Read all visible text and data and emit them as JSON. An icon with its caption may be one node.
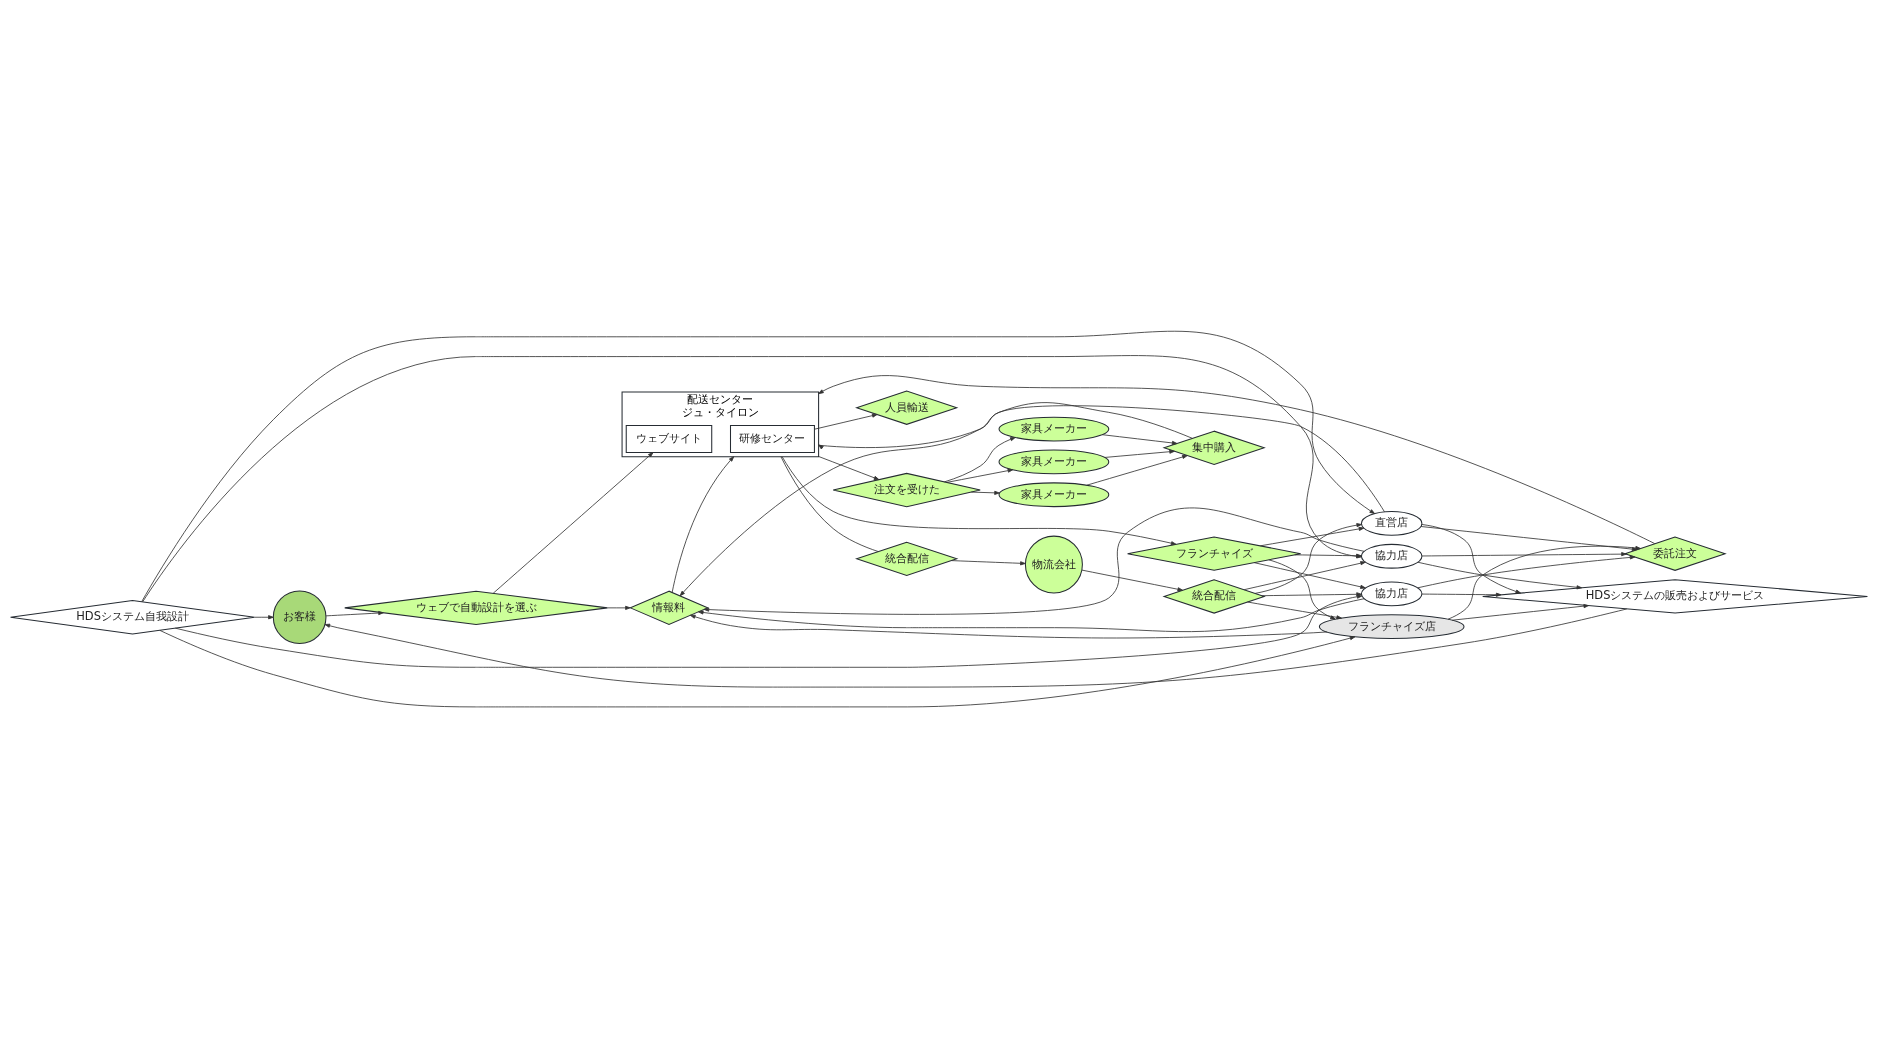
{
  "diagram": {
    "nodes": [
      {
        "text": [
          "お客様"
        ]
      },
      {
        "text": [
          "HDSシステムの販売およびサービス"
        ]
      },
      {
        "text": [
          "HDSシステム自我設計"
        ]
      },
      {
        "text": [
          "フランチャイズ店"
        ]
      },
      {
        "text": [
          "協力店"
        ]
      },
      {
        "text": [
          "協力店"
        ]
      },
      {
        "text": [
          "直営店"
        ]
      },
      {
        "text": [
          "統合配信"
        ]
      },
      {
        "text": [
          "物流会社"
        ]
      },
      {
        "text": [
          "統合配信"
        ]
      },
      {
        "text": [
          "配送センター",
          "ジュ・タイロン"
        ]
      },
      {
        "text": [
          "研修センター"
        ],
        "in": 10
      },
      {
        "text": [
          "ウェブサイト"
        ],
        "in": 10
      },
      {
        "text": [
          "フランチャイズ"
        ]
      },
      {
        "text": [
          "委託注文"
        ]
      },
      {
        "text": [
          "人員輸送"
        ]
      },
      {
        "text": [
          "情報料"
        ]
      },
      {
        "text": [
          "ウェブで自動設計を選ぶ"
        ]
      },
      {
        "text": [
          "集中購入"
        ]
      },
      {
        "text": [
          "注文を受けた"
        ]
      },
      {
        "text": [
          "家具メーカー"
        ]
      },
      {
        "text": [
          "家具メーカー"
        ]
      },
      {
        "text": [
          "家具メーカー"
        ]
      }
    ],
    "edges": [
      {
        "from": 1,
        "to": 0,
        "arrow": "to"
      },
      {
        "from": 2,
        "to": 0,
        "arrow": "to"
      },
      {
        "from": 3,
        "to": 1,
        "arrow": "to"
      },
      {
        "from": 4,
        "to": 1,
        "arrow": "to"
      },
      {
        "from": 5,
        "to": 1,
        "arrow": "to"
      },
      {
        "from": 6,
        "to": 1,
        "arrow": "to"
      },
      {
        "from": 2,
        "to": 3,
        "arrow": "to"
      },
      {
        "from": 2,
        "to": 4,
        "arrow": "to"
      },
      {
        "from": 2,
        "to": 5,
        "arrow": "to"
      },
      {
        "from": 2,
        "to": 6,
        "arrow": "to"
      },
      {
        "from": 7,
        "to": 3,
        "arrow": "to"
      },
      {
        "from": 7,
        "to": 4,
        "arrow": "to"
      },
      {
        "from": 7,
        "to": 5,
        "arrow": "to"
      },
      {
        "from": 7,
        "to": 6,
        "arrow": "to"
      },
      {
        "from": 13,
        "to": 3,
        "arrow": "to"
      },
      {
        "from": 13,
        "to": 4,
        "arrow": "to"
      },
      {
        "from": 13,
        "to": 5,
        "arrow": "to"
      },
      {
        "from": 13,
        "to": 6,
        "arrow": "to"
      },
      {
        "from": 3,
        "to": 14,
        "arrow": "to"
      },
      {
        "from": 4,
        "to": 14,
        "arrow": "to"
      },
      {
        "from": 5,
        "to": 14,
        "arrow": "to"
      },
      {
        "from": 6,
        "to": 14,
        "arrow": "to"
      },
      {
        "from": 3,
        "to": 16,
        "arrow": "to"
      },
      {
        "from": 4,
        "to": 16,
        "arrow": "to"
      },
      {
        "from": 5,
        "to": 16,
        "arrow": "to"
      },
      {
        "from": 6,
        "to": 16,
        "arrow": "to"
      },
      {
        "from": 8,
        "to": 7,
        "arrow": "to"
      },
      {
        "from": 9,
        "to": 8,
        "arrow": "to"
      },
      {
        "from": 10,
        "to": 9,
        "arrow": "none"
      },
      {
        "from": 10,
        "to": 13,
        "arrow": "to"
      },
      {
        "from": 14,
        "to": 10,
        "arrow": "to"
      },
      {
        "from": 11,
        "to": 15,
        "arrow": "to"
      },
      {
        "from": 16,
        "to": 10,
        "arrow": "to"
      },
      {
        "from": 17,
        "to": 16,
        "arrow": "to"
      },
      {
        "from": 17,
        "to": 12,
        "arrow": "to"
      },
      {
        "from": 0,
        "to": 17,
        "arrow": "to"
      },
      {
        "from": 18,
        "to": 10,
        "arrow": "to"
      },
      {
        "from": 10,
        "to": 19,
        "arrow": "to"
      },
      {
        "from": 19,
        "to": 20,
        "arrow": "to"
      },
      {
        "from": 19,
        "to": 21,
        "arrow": "to"
      },
      {
        "from": 19,
        "to": 22,
        "arrow": "to"
      },
      {
        "from": 20,
        "to": 18,
        "arrow": "to"
      },
      {
        "from": 21,
        "to": 18,
        "arrow": "to"
      },
      {
        "from": 22,
        "to": 18,
        "arrow": "to"
      }
    ]
  }
}
